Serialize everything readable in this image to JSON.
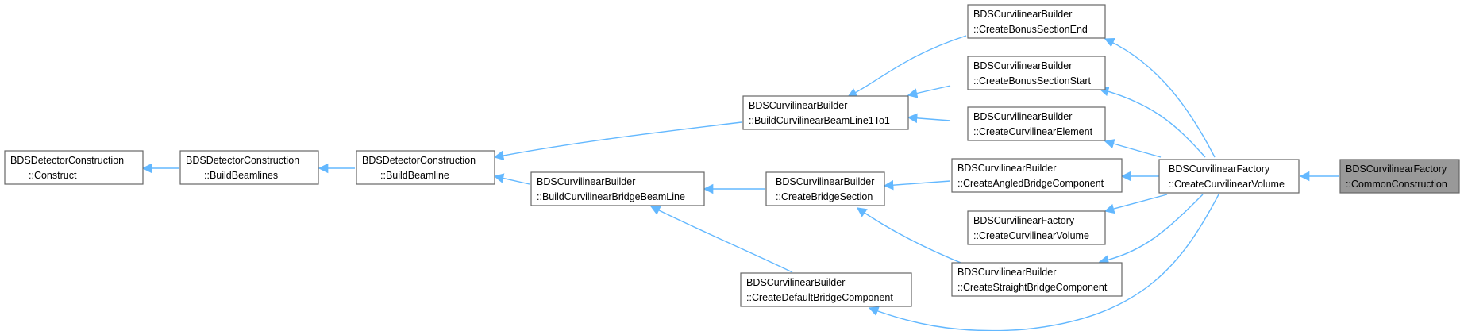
{
  "colors": {
    "edge": "#63b8ff",
    "node_border": "#666666",
    "focus_fill": "#999999",
    "node_fill": "#ffffff"
  },
  "nodes": {
    "construct": {
      "line1": "BDSDetectorConstruction",
      "line2": "::Construct"
    },
    "buildBeamlines": {
      "line1": "BDSDetectorConstruction",
      "line2": "::BuildBeamlines"
    },
    "buildBeamline": {
      "line1": "BDSDetectorConstruction",
      "line2": "::BuildBeamline"
    },
    "buildBeamLine1To1": {
      "line1": "BDSCurvilinearBuilder",
      "line2": "::BuildCurvilinearBeamLine1To1"
    },
    "buildBridgeBeamLine": {
      "line1": "BDSCurvilinearBuilder",
      "line2": "::BuildCurvilinearBridgeBeamLine"
    },
    "createBridgeSection": {
      "line1": "BDSCurvilinearBuilder",
      "line2": "::CreateBridgeSection"
    },
    "createDefaultBridge": {
      "line1": "BDSCurvilinearBuilder",
      "line2": "::CreateDefaultBridgeComponent"
    },
    "bonusEnd": {
      "line1": "BDSCurvilinearBuilder",
      "line2": "::CreateBonusSectionEnd"
    },
    "bonusStart": {
      "line1": "BDSCurvilinearBuilder",
      "line2": "::CreateBonusSectionStart"
    },
    "curvElement": {
      "line1": "BDSCurvilinearBuilder",
      "line2": "::CreateCurvilinearElement"
    },
    "angledBridge": {
      "line1": "BDSCurvilinearBuilder",
      "line2": "::CreateAngledBridgeComponent"
    },
    "factoryCreateVolAlt": {
      "line1": "BDSCurvilinearFactory",
      "line2": "::CreateCurvilinearVolume"
    },
    "straightBridge": {
      "line1": "BDSCurvilinearBuilder",
      "line2": "::CreateStraightBridgeComponent"
    },
    "factoryCreateVol": {
      "line1": "BDSCurvilinearFactory",
      "line2": "::CreateCurvilinearVolume"
    },
    "commonConstruction": {
      "line1": "BDSCurvilinearFactory",
      "line2": "::CommonConstruction"
    }
  }
}
